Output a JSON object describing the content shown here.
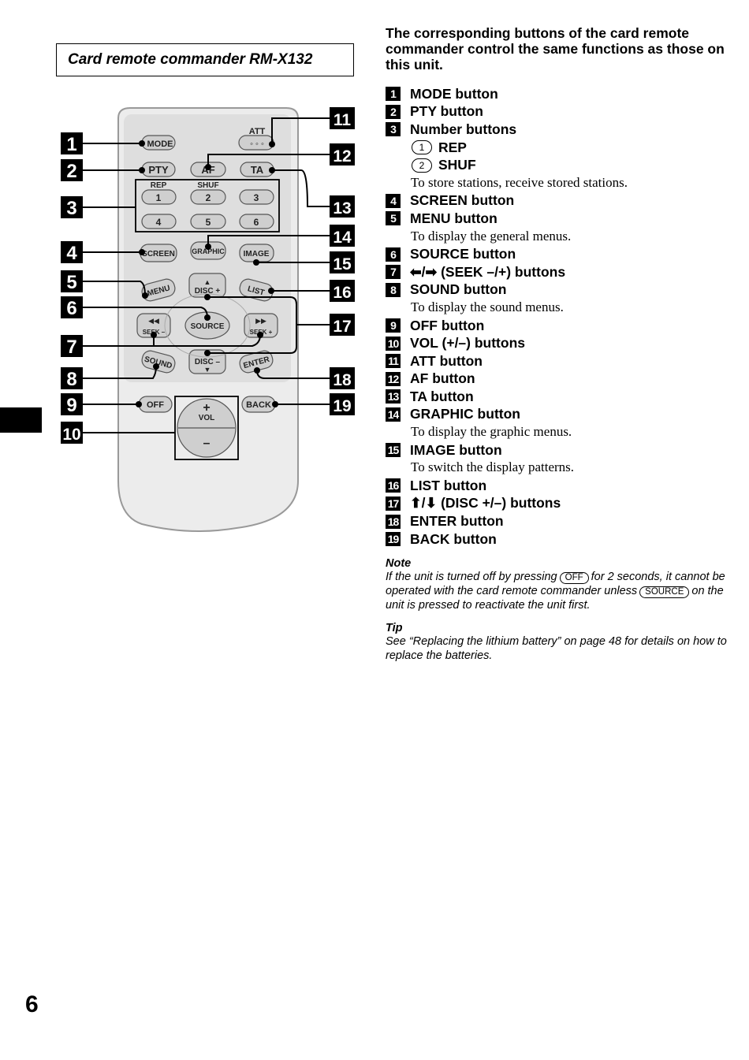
{
  "remote_title": "Card remote commander RM-X132",
  "intro": "The corresponding buttons of the card remote commander control the same functions as those on this unit.",
  "items": [
    {
      "num": "1",
      "label": "MODE button"
    },
    {
      "num": "2",
      "label": "PTY button"
    },
    {
      "num": "3",
      "label": "Number buttons"
    },
    {
      "num": "4",
      "label": "SCREEN button"
    },
    {
      "num": "5",
      "label": "MENU button"
    },
    {
      "num": "6",
      "label": "SOURCE button"
    },
    {
      "num": "7",
      "label": "(SEEK –/+) buttons"
    },
    {
      "num": "8",
      "label": "SOUND button"
    },
    {
      "num": "9",
      "label": "OFF button"
    },
    {
      "num": "10",
      "label": "VOL (+/–) buttons"
    },
    {
      "num": "11",
      "label": "ATT button"
    },
    {
      "num": "12",
      "label": "AF button"
    },
    {
      "num": "13",
      "label": "TA button"
    },
    {
      "num": "14",
      "label": "GRAPHIC button"
    },
    {
      "num": "15",
      "label": "IMAGE button"
    },
    {
      "num": "16",
      "label": "LIST button"
    },
    {
      "num": "17",
      "label": "(DISC +/–) buttons"
    },
    {
      "num": "18",
      "label": "ENTER button"
    },
    {
      "num": "19",
      "label": "BACK button"
    }
  ],
  "sub_rep": {
    "key": "1",
    "label": "REP"
  },
  "sub_shuf": {
    "key": "2",
    "label": "SHUF"
  },
  "desc_number": "To store stations, receive stored stations.",
  "desc_menu": "To display the general menus.",
  "desc_sound": "To display the sound menus.",
  "desc_graphic": "To display the graphic menus.",
  "desc_image": "To switch the display patterns.",
  "note_heading": "Note",
  "note_part1": "If the unit is turned off by pressing",
  "note_btn1": "OFF",
  "note_part2": "for 2 seconds, it cannot be operated with the card remote commander unless",
  "note_btn2": "SOURCE",
  "note_part3": "on the unit is pressed to reactivate the unit first.",
  "tip_heading": "Tip",
  "tip_text": "See “Replacing the lithium battery” on page 48 for details on how to replace the batteries.",
  "page_number": "6",
  "remote_labels": {
    "mode": "MODE",
    "att": "ATT",
    "pty": "PTY",
    "af": "AF",
    "ta": "TA",
    "rep": "REP",
    "shuf": "SHUF",
    "n1": "1",
    "n2": "2",
    "n3": "3",
    "n4": "4",
    "n5": "5",
    "n6": "6",
    "screen": "SCREEN",
    "graphic": "GRAPHIC",
    "image": "IMAGE",
    "menu": "MENU",
    "disc_plus": "DISC +",
    "list": "LIST",
    "seek_minus": "SEEK –",
    "source": "SOURCE",
    "seek_plus": "SEEK +",
    "sound": "SOUND",
    "disc_minus": "DISC –",
    "enter": "ENTER",
    "off": "OFF",
    "vol": "VOL",
    "back": "BACK",
    "plus": "+",
    "minus": "–"
  }
}
